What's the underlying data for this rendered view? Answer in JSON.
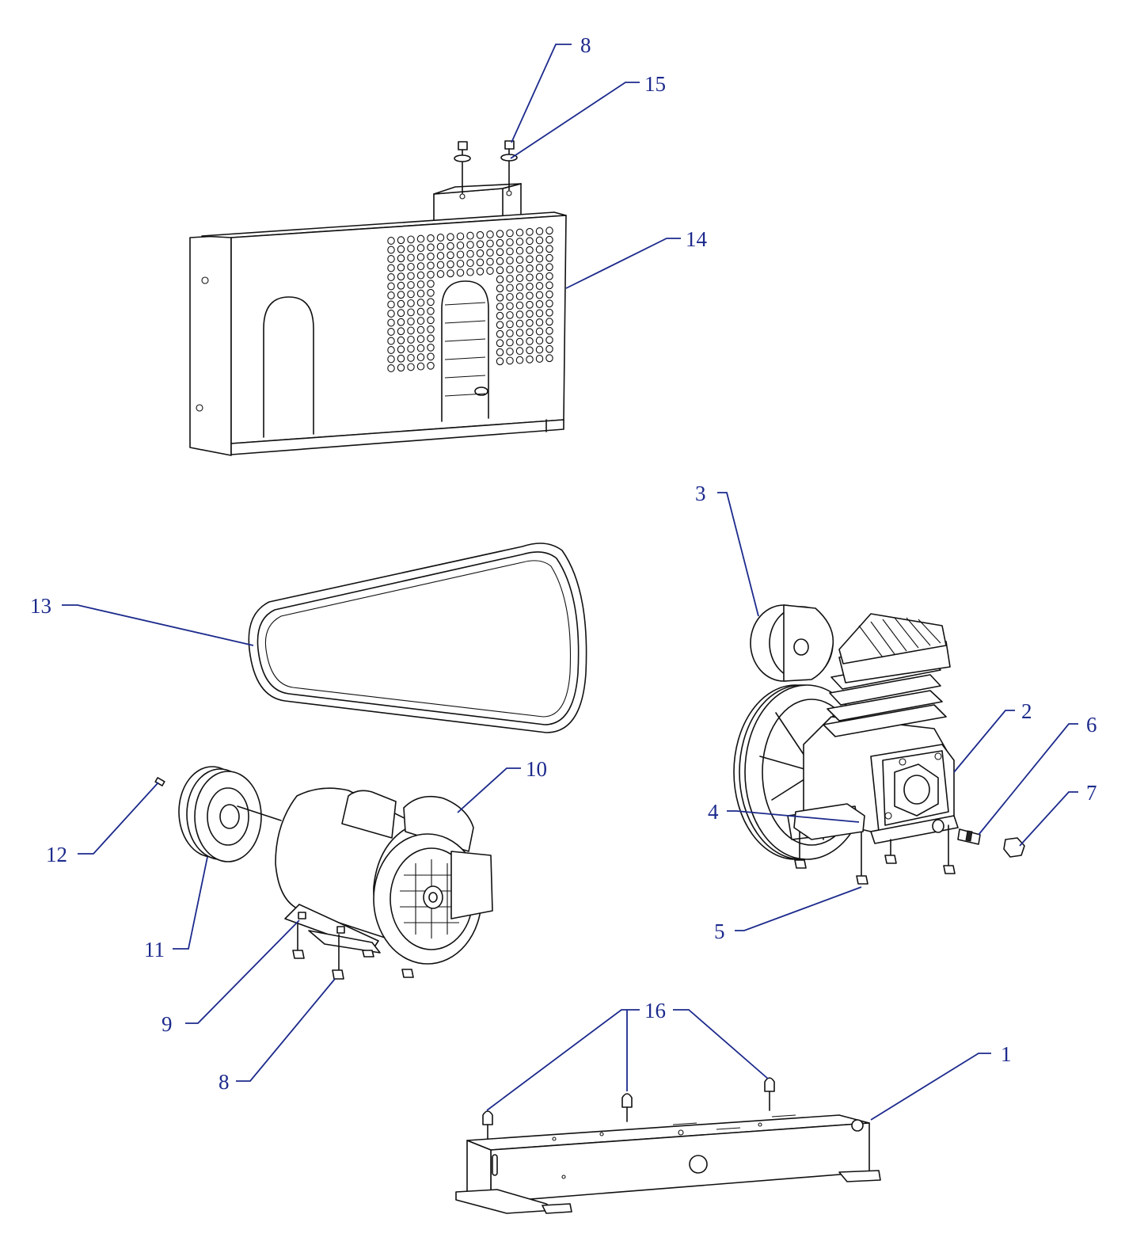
{
  "colors": {
    "leader": "#1c2a8c",
    "line_art": "#111111",
    "background": "#ffffff"
  },
  "callouts": {
    "c1": "1",
    "c2": "2",
    "c3": "3",
    "c4": "4",
    "c5": "5",
    "c6": "6",
    "c7": "7",
    "c8_top": "8",
    "c8_bottom": "8",
    "c9": "9",
    "c10": "10",
    "c11": "11",
    "c12": "12",
    "c13": "13",
    "c14": "14",
    "c15": "15",
    "c16": "16"
  }
}
